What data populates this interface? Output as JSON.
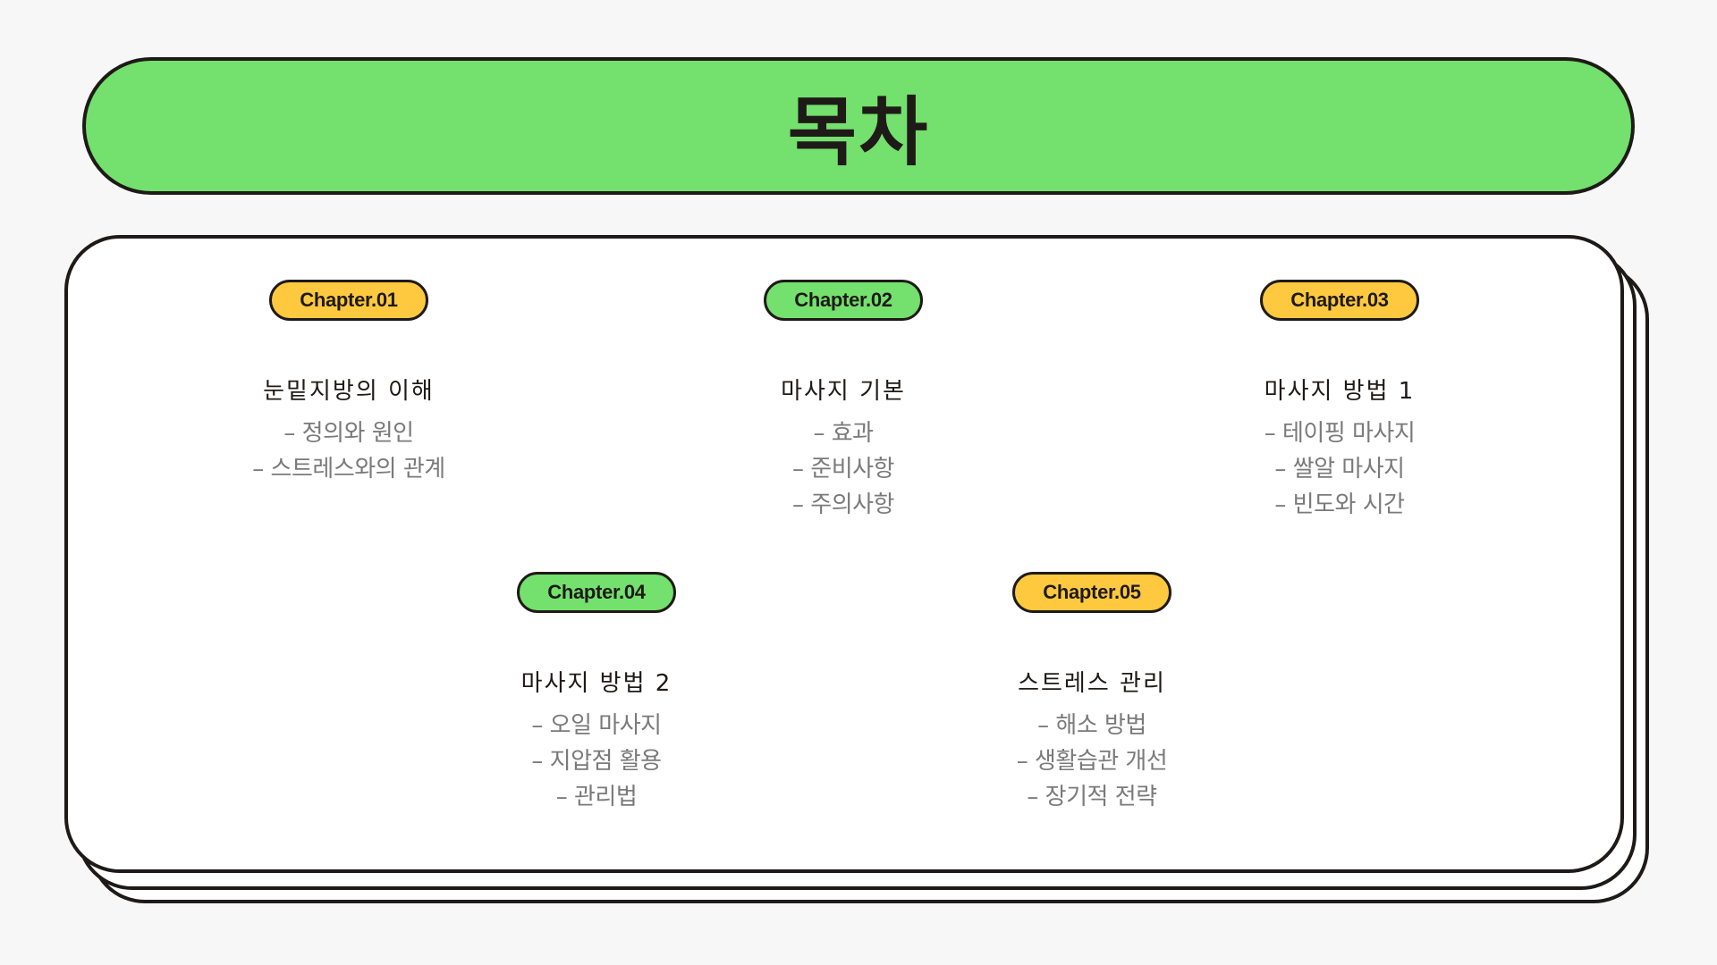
{
  "title": "목차",
  "chapters": [
    {
      "badge": "Chapter.01",
      "title": "눈밑지방의 이해",
      "items": [
        "– 정의와 원인",
        "– 스트레스와의 관계"
      ]
    },
    {
      "badge": "Chapter.02",
      "title": "마사지 기본",
      "items": [
        "– 효과",
        "– 준비사항",
        "– 주의사항"
      ]
    },
    {
      "badge": "Chapter.03",
      "title": "마사지 방법 1",
      "items": [
        "– 테이핑 마사지",
        "– 쌀알 마사지",
        "– 빈도와 시간"
      ]
    },
    {
      "badge": "Chapter.04",
      "title": "마사지 방법 2",
      "items": [
        "– 오일 마사지",
        "– 지압점 활용",
        "– 관리법"
      ]
    },
    {
      "badge": "Chapter.05",
      "title": "스트레스 관리",
      "items": [
        "– 해소 방법",
        "– 생활습관 개선",
        "– 장기적 전략"
      ]
    }
  ],
  "colors": {
    "green": "#74e06d",
    "yellow": "#ffc93f",
    "outline": "#1e1a17",
    "item_text": "#7a7a7a"
  }
}
